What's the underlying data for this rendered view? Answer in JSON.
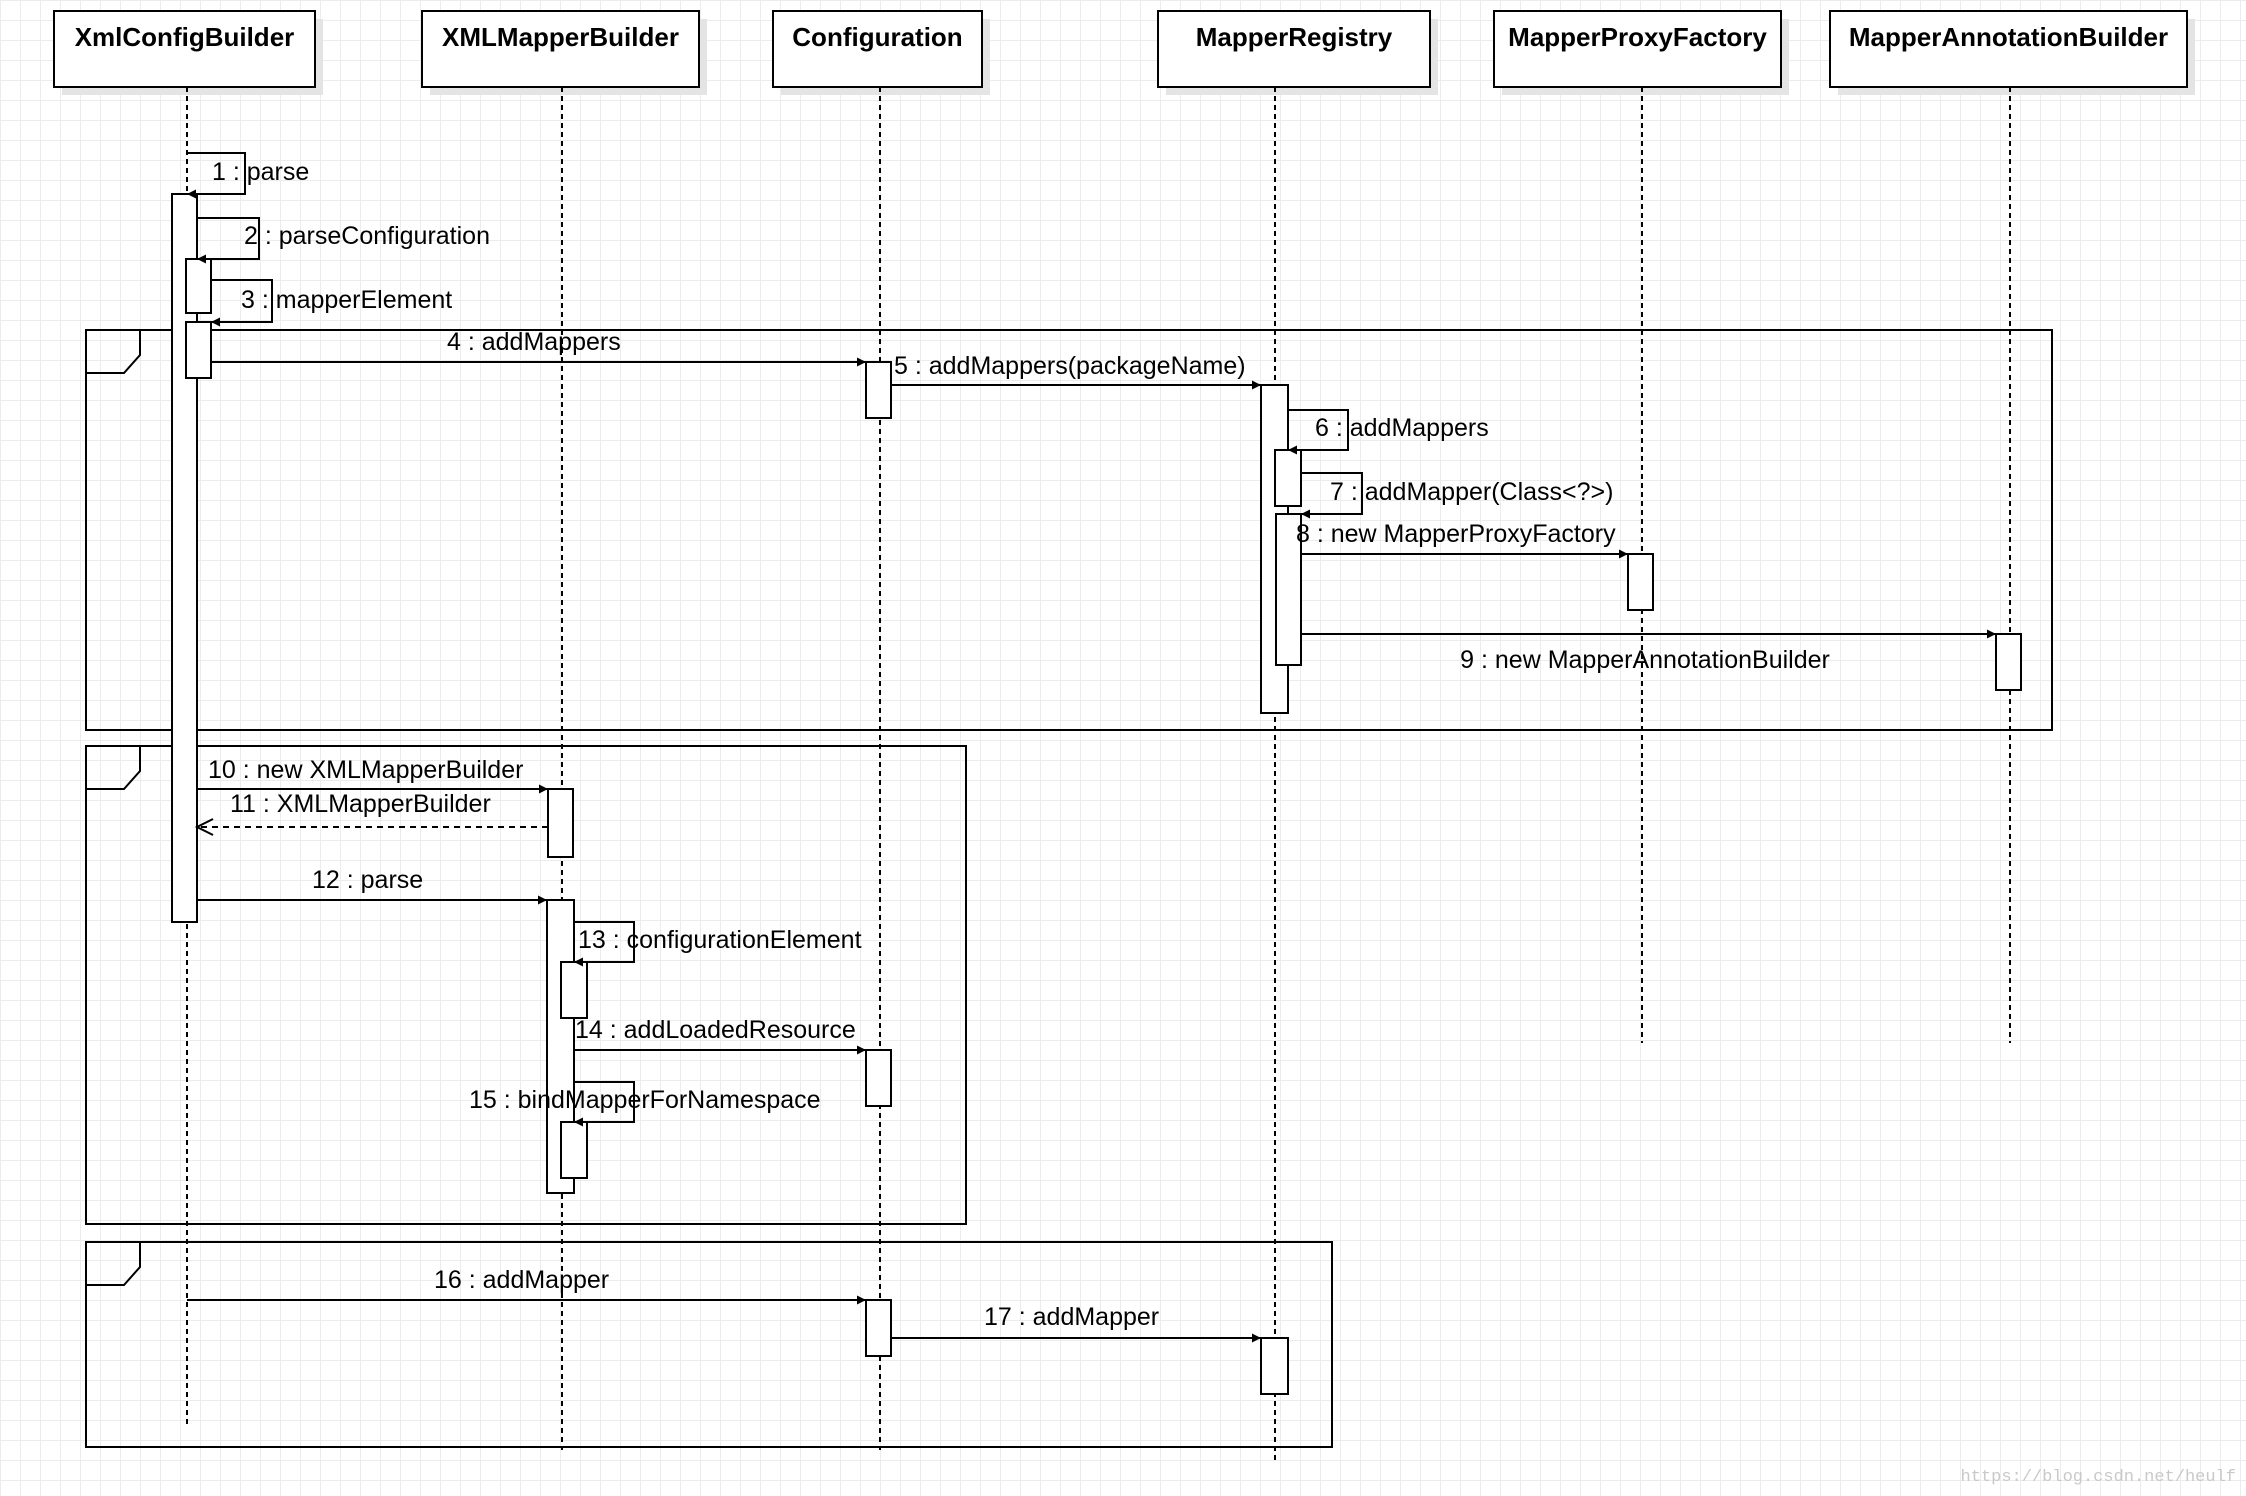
{
  "diagram": {
    "lifelines": [
      "XmlConfigBuilder",
      "XMLMapperBuilder",
      "Configuration",
      "MapperRegistry",
      "MapperProxyFactory",
      "MapperAnnotationBuilder"
    ],
    "messages": [
      "1 : parse",
      "2 : parseConfiguration",
      "3 : mapperElement",
      "4 : addMappers",
      "5 : addMappers(packageName)",
      "6 : addMappers",
      "7 : addMapper(Class<?>)",
      "8 : new MapperProxyFactory",
      "9 : new MapperAnnotationBuilder",
      "10 : new XMLMapperBuilder",
      "11 : XMLMapperBuilder",
      "12 : parse",
      "13 : configurationElement",
      "14 : addLoadedResource",
      "15 : bindMapperForNamespace",
      "16 : addMapper",
      "17 : addMapper"
    ]
  },
  "watermark": "https://blog.csdn.net/heulf",
  "colors": {
    "line": "#000000",
    "grid": "#ececec",
    "shadow": "#e4e4e4",
    "watermark": "#c9c9c9"
  }
}
